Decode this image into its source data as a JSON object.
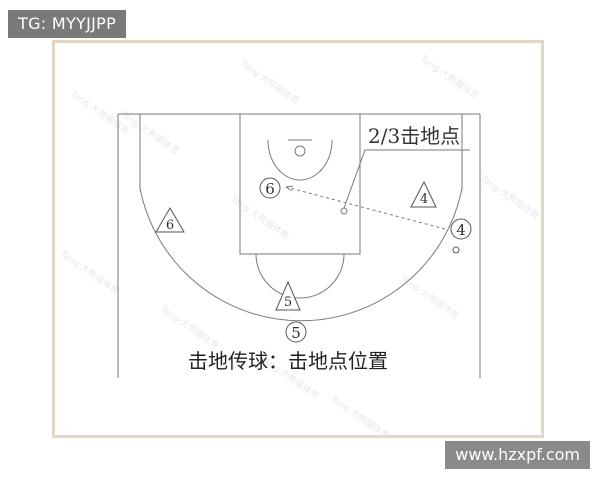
{
  "watermark_tag": "TG: MYYJJPP",
  "site_watermark": "www.hzxpf.com",
  "diagram": {
    "callout_label": "2/3击地点",
    "caption": "击地传球：击地点位置",
    "players": {
      "triangle_6": "6",
      "triangle_4": "4",
      "triangle_5": "5",
      "circle_6": "6",
      "circle_4": "4",
      "circle_5": "5"
    }
  },
  "colors": {
    "line": "#777777",
    "frame": "#e3d6c2",
    "tag_bg": "#7a7a7a"
  }
}
